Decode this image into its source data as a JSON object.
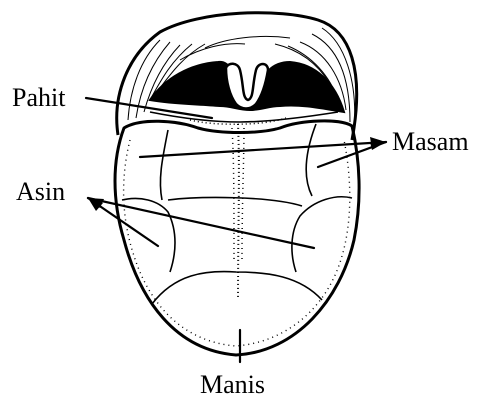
{
  "labels": {
    "bitter": "Pahit",
    "sour": "Masam",
    "salty": "Asin",
    "sweet": "Manis"
  }
}
